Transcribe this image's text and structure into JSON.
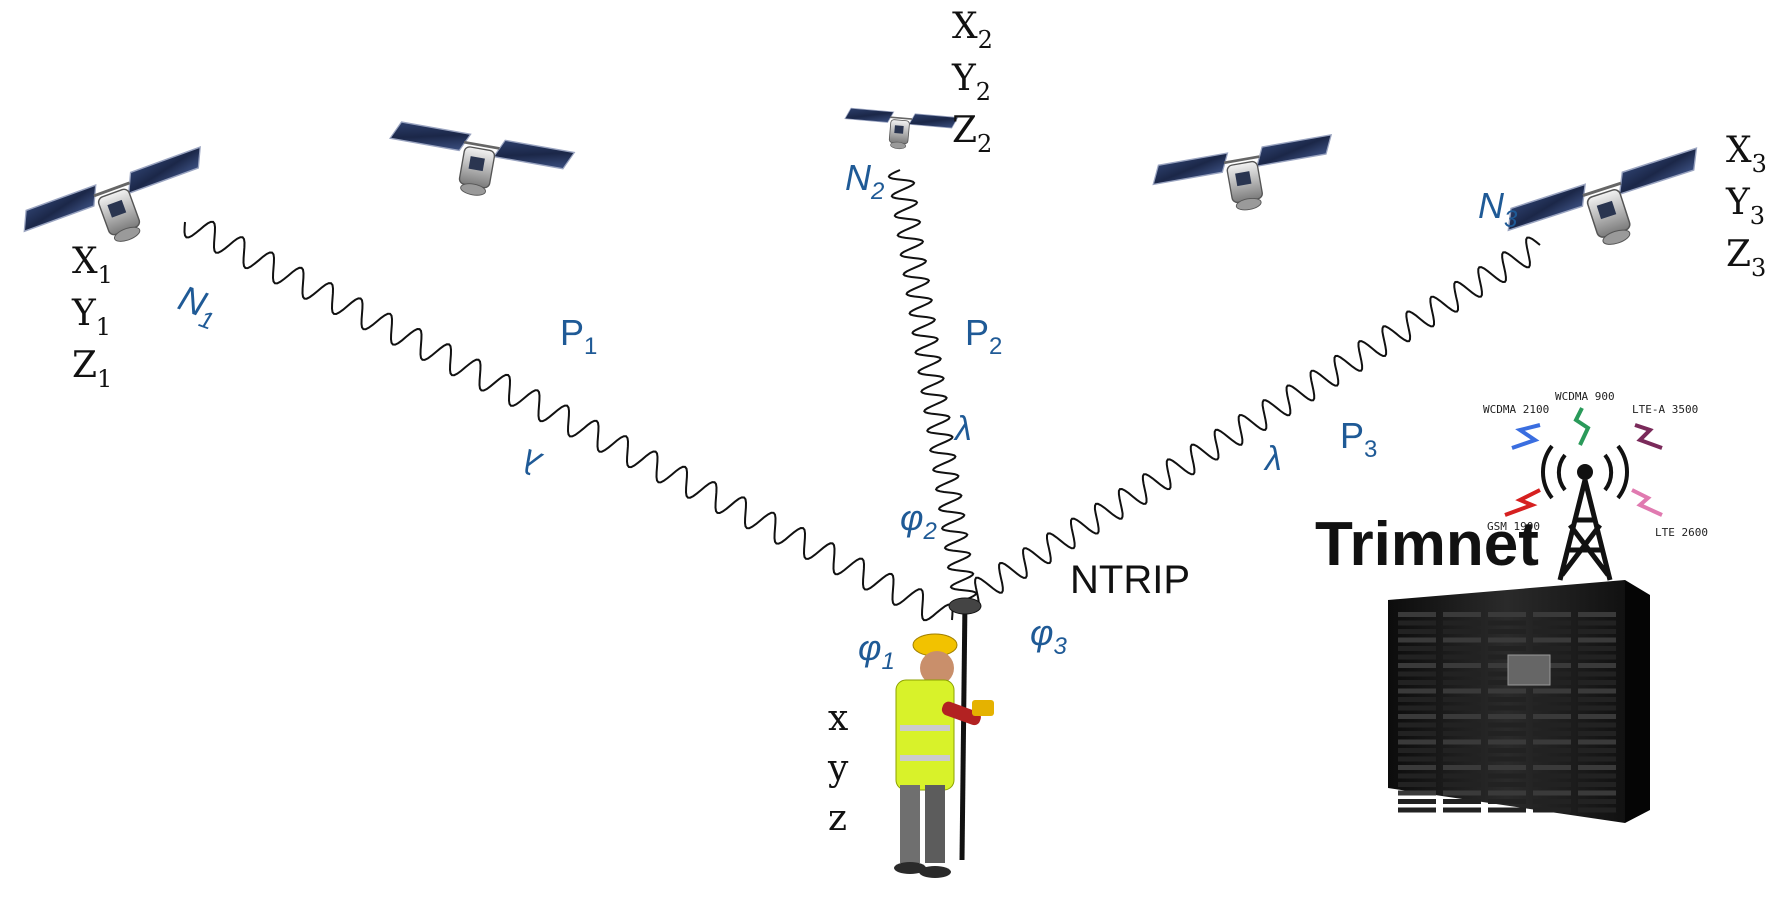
{
  "satellites": [
    {
      "id": "sat1",
      "coords": [
        {
          "base": "X",
          "sub": "1"
        },
        {
          "base": "Y",
          "sub": "1"
        },
        {
          "base": "Z",
          "sub": "1"
        }
      ],
      "ambiguity": {
        "base": "N",
        "sub": "1"
      },
      "range": {
        "base": "P",
        "sub": "1"
      },
      "wavelength": "λ",
      "phase": {
        "base": "φ",
        "sub": "1"
      }
    },
    {
      "id": "sat2",
      "coords": [
        {
          "base": "X",
          "sub": "2"
        },
        {
          "base": "Y",
          "sub": "2"
        },
        {
          "base": "Z",
          "sub": "2"
        }
      ],
      "ambiguity": {
        "base": "N",
        "sub": "2"
      },
      "range": {
        "base": "P",
        "sub": "2"
      },
      "wavelength": "λ",
      "phase": {
        "base": "φ",
        "sub": "2"
      }
    },
    {
      "id": "sat3",
      "coords": [
        {
          "base": "X",
          "sub": "3"
        },
        {
          "base": "Y",
          "sub": "3"
        },
        {
          "base": "Z",
          "sub": "3"
        }
      ],
      "ambiguity": {
        "base": "N",
        "sub": "3"
      },
      "range": {
        "base": "P",
        "sub": "3"
      },
      "wavelength": "λ",
      "phase": {
        "base": "φ",
        "sub": "3"
      }
    }
  ],
  "receiver": {
    "coords": [
      "x",
      "y",
      "z"
    ]
  },
  "link": {
    "label": "NTRIP"
  },
  "network": {
    "name": "Trimnet",
    "bands": [
      "WCDMA 2100",
      "WCDMA 900",
      "LTE-A 3500",
      "GSM 1900",
      "LTE 2600"
    ]
  },
  "colors": {
    "label_blue": "#1f5a96",
    "text": "#111111",
    "vest": "#d8f22a",
    "helmet": "#f2c200",
    "server": "#1a1a1a"
  }
}
